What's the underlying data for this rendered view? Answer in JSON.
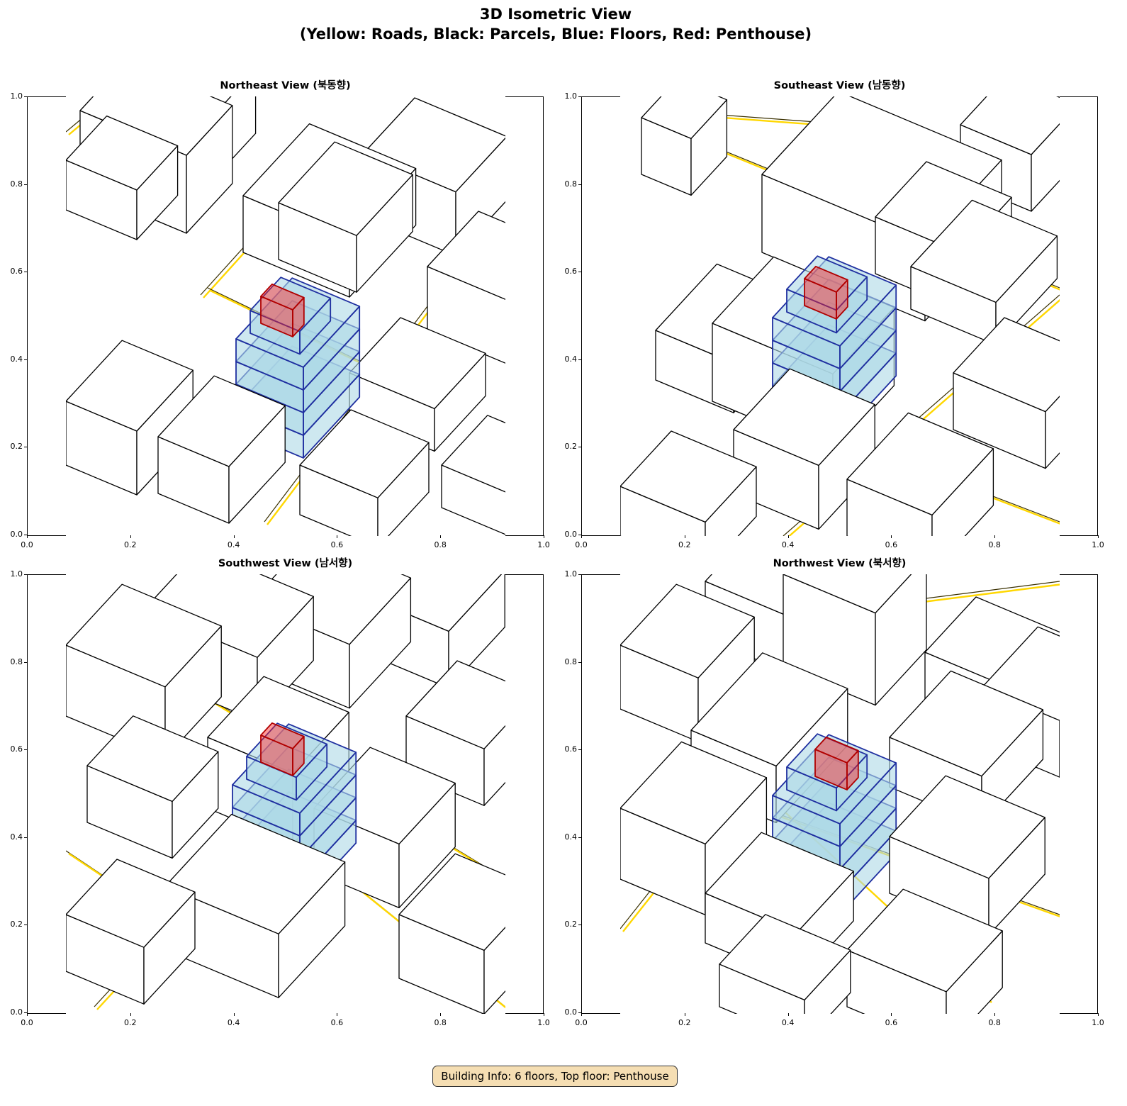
{
  "figure": {
    "title_line1": "3D Isometric View",
    "title_line2": "(Yellow: Roads, Black: Parcels, Blue: Floors, Red: Penthouse)",
    "info": "Building Info: 6 floors, Top floor: Penthouse"
  },
  "panels": [
    {
      "title": "Northeast View (북동향)"
    },
    {
      "title": "Southeast View (남동향)"
    },
    {
      "title": "Southwest View (남서향)"
    },
    {
      "title": "Northwest View (북서향)"
    }
  ],
  "axis_ticks": [
    "0.0",
    "0.2",
    "0.4",
    "0.6",
    "0.8",
    "1.0"
  ],
  "colors": {
    "road": "#ffd700",
    "parcel": "#000000",
    "floor_fill": "#add8e6",
    "floor_edge": "#1f2fa0",
    "penthouse_fill": "#ff2020",
    "penthouse_edge": "#b00000"
  },
  "building": {
    "floors": 6,
    "top_floor": "Penthouse"
  }
}
